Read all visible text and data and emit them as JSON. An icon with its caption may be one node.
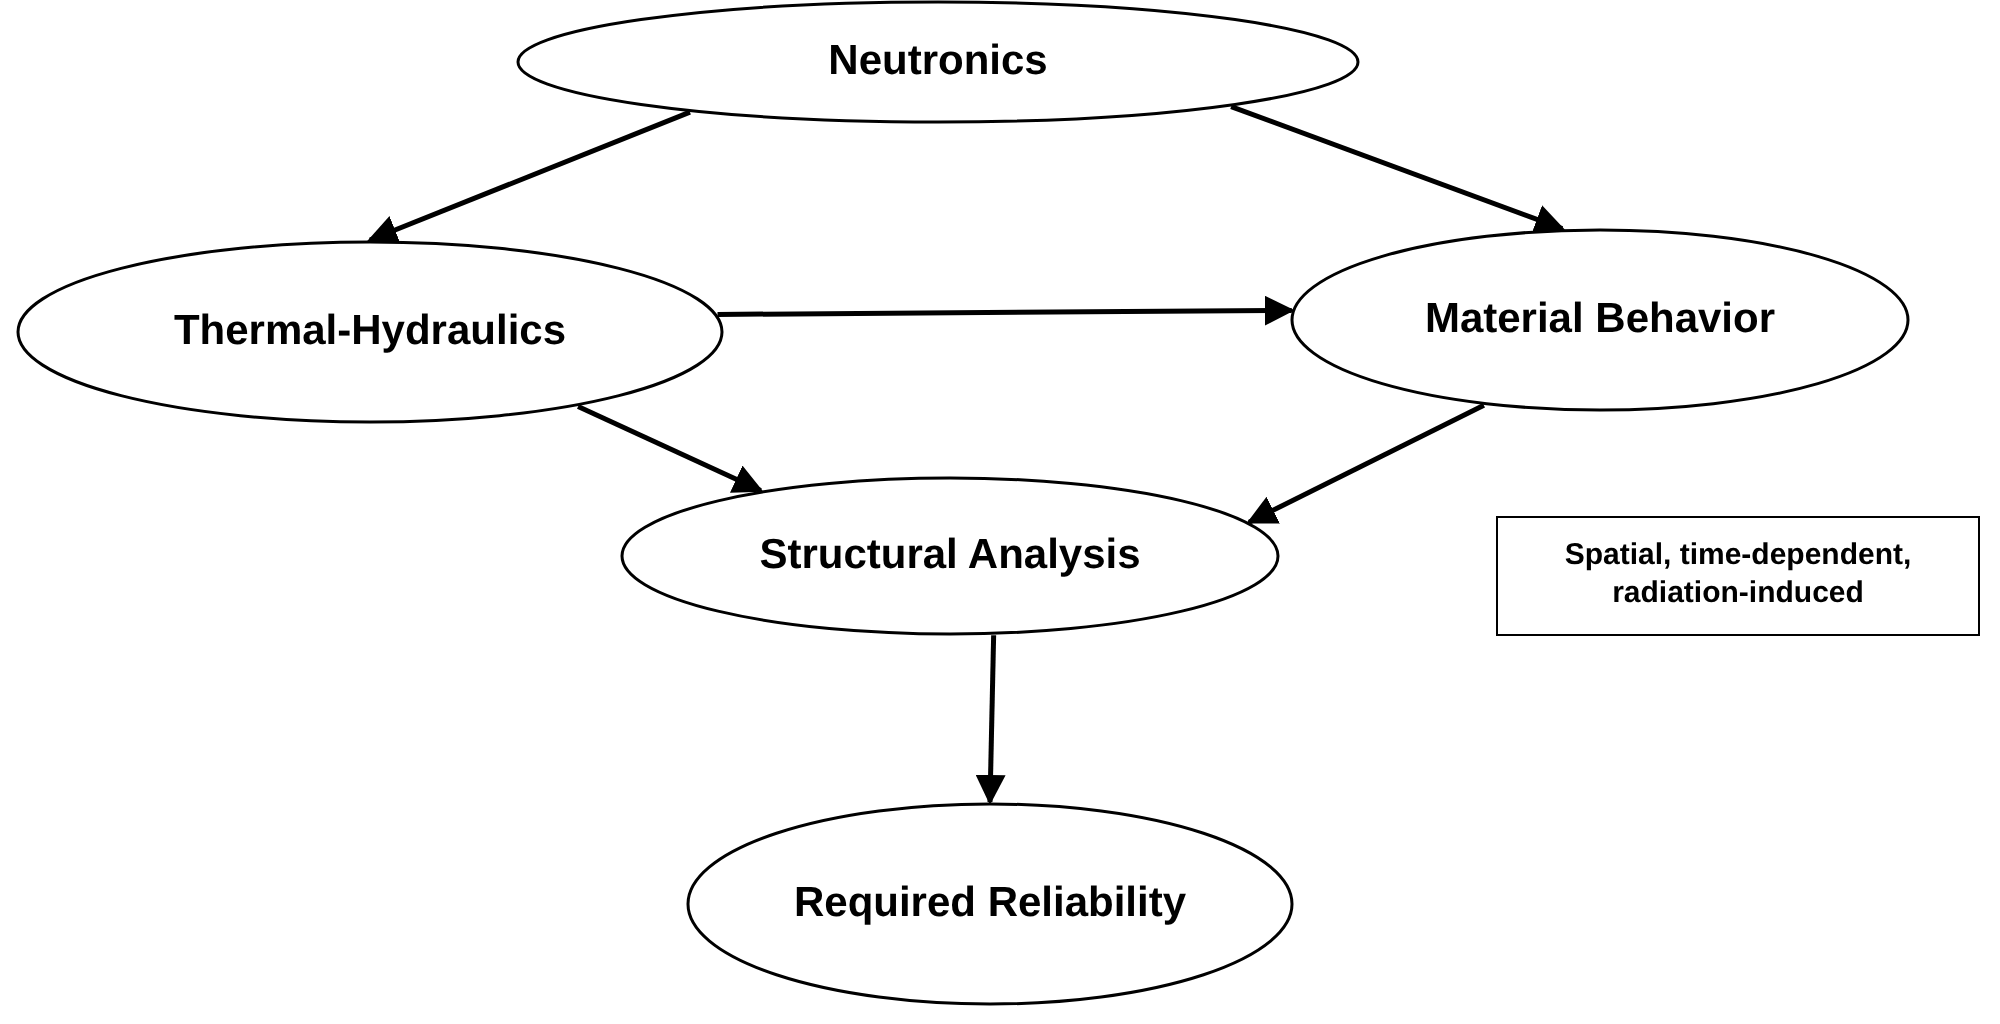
{
  "diagram": {
    "nodes": [
      {
        "text": [
          "Neutronics"
        ]
      },
      {
        "text": [
          "Thermal-Hydraulics"
        ]
      },
      {
        "text": [
          "Material Behavior"
        ]
      },
      {
        "text": [
          "Structural Analysis"
        ]
      },
      {
        "text": [
          "Required Reliability"
        ]
      },
      {
        "text": [
          "Spatial, time-dependent, radiation-induced"
        ]
      }
    ],
    "edges": [
      {
        "from": 0,
        "to": 1,
        "arrow": "to"
      },
      {
        "from": 0,
        "to": 2,
        "arrow": "to"
      },
      {
        "from": 1,
        "to": 2,
        "arrow": "to"
      },
      {
        "from": 1,
        "to": 3,
        "arrow": "to"
      },
      {
        "from": 2,
        "to": 3,
        "arrow": "to"
      },
      {
        "from": 3,
        "to": 4,
        "arrow": "to"
      }
    ]
  }
}
